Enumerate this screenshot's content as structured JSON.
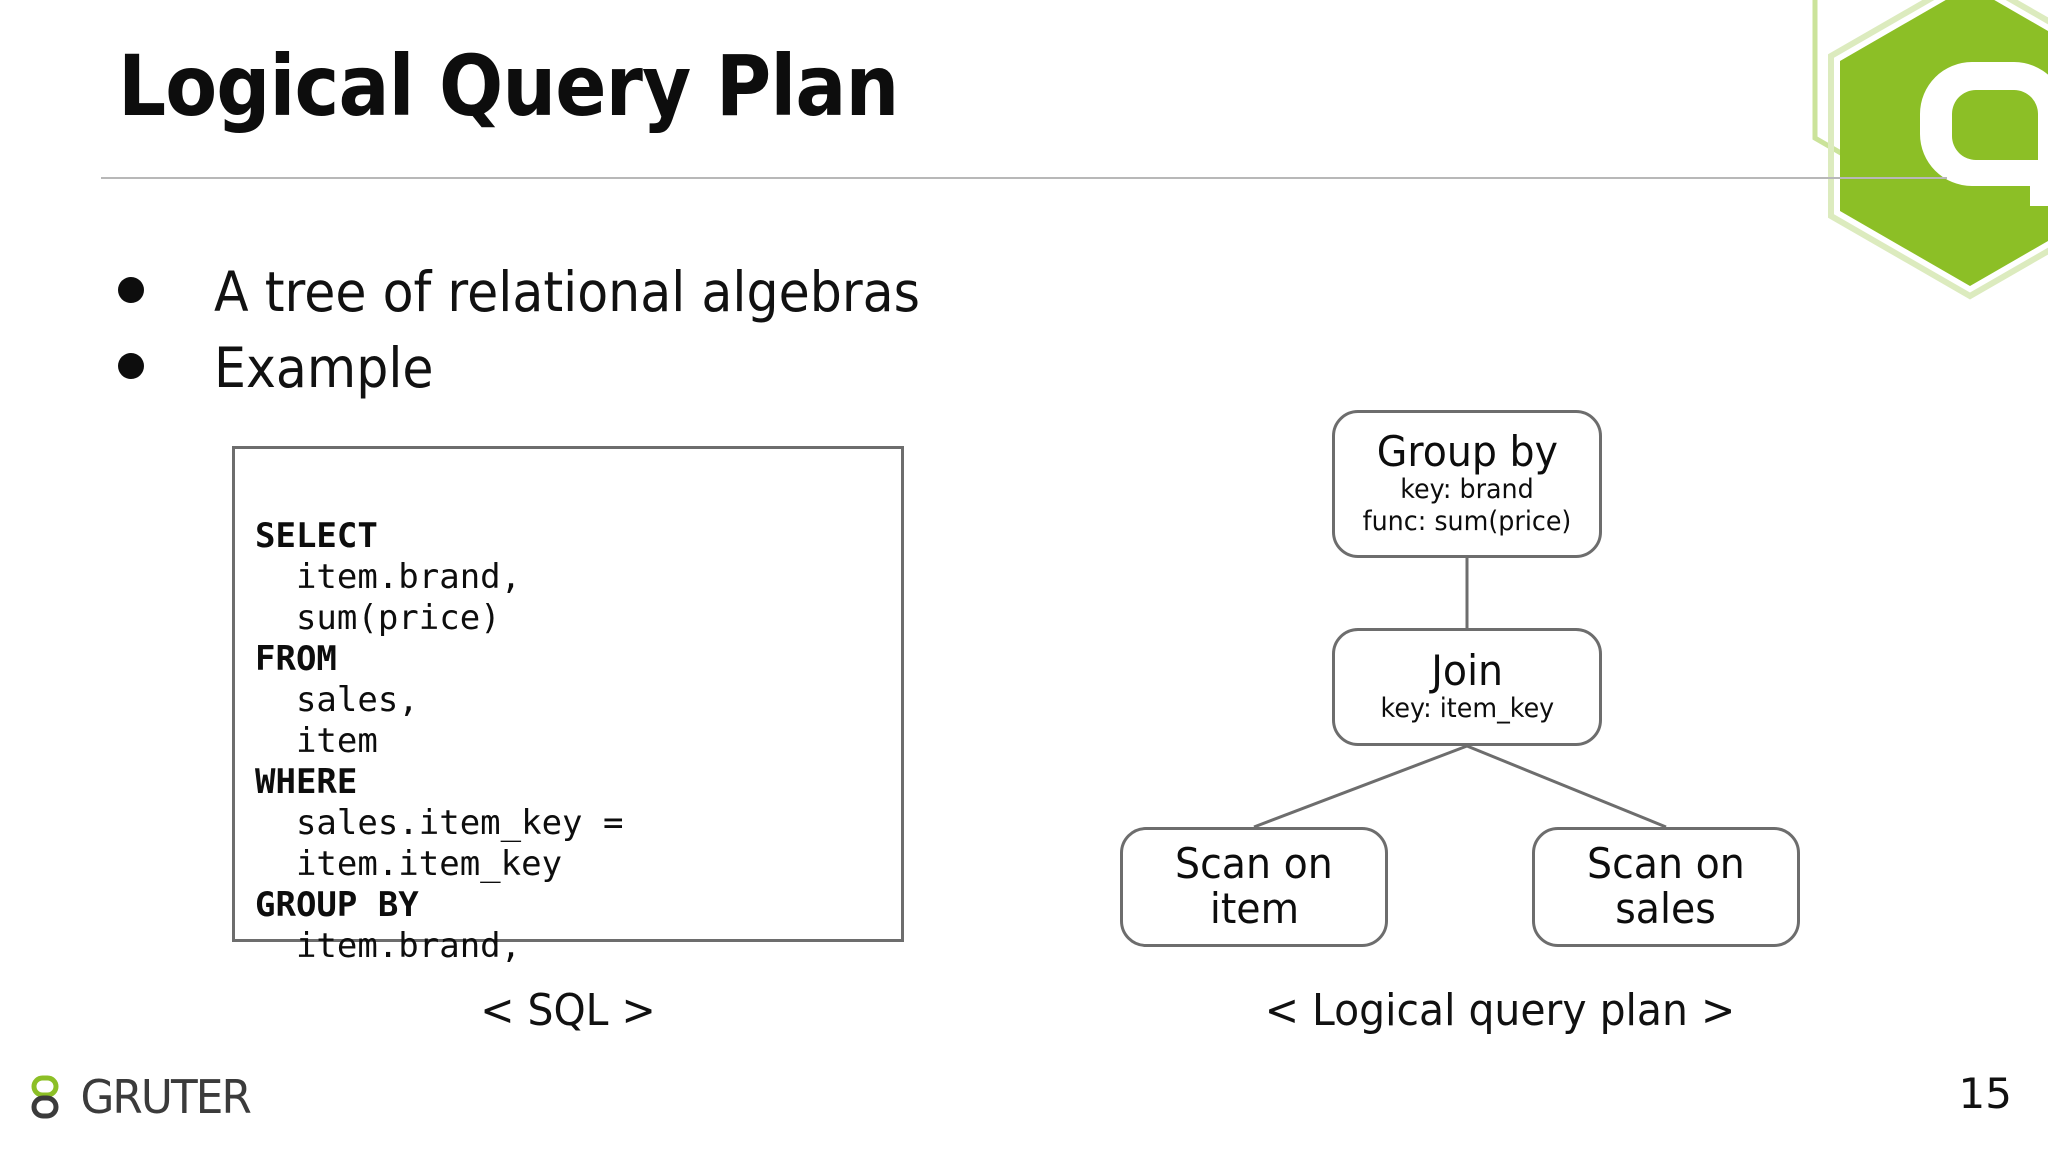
{
  "slide": {
    "title": "Logical Query Plan",
    "page_number": "15",
    "accent_green": "#8CBF26",
    "rule_color": "#B8B8B8",
    "box_border_color": "#6D6D6D"
  },
  "bullets": [
    {
      "text": "A tree of relational algebras"
    },
    {
      "text": "Example"
    }
  ],
  "sql": {
    "caption": "< SQL >",
    "lines": [
      {
        "keyword": "SELECT",
        "body": ""
      },
      {
        "keyword": "",
        "body": "  item.brand,"
      },
      {
        "keyword": "",
        "body": "  sum(price)"
      },
      {
        "keyword": "FROM",
        "body": ""
      },
      {
        "keyword": "",
        "body": "  sales,"
      },
      {
        "keyword": "",
        "body": "  item"
      },
      {
        "keyword": "WHERE",
        "body": ""
      },
      {
        "keyword": "",
        "body": "  sales.item_key ="
      },
      {
        "keyword": "",
        "body": "  item.item_key"
      },
      {
        "keyword": "GROUP BY",
        "body": ""
      },
      {
        "keyword": "",
        "body": "  item.brand,"
      }
    ]
  },
  "tree": {
    "caption": "< Logical query plan >",
    "nodes": {
      "groupby": {
        "title": "Group by",
        "sub1": "key: brand",
        "sub2": "func: sum(price)"
      },
      "join": {
        "title": "Join",
        "sub1": "key: item_key"
      },
      "scan_item": {
        "line1": "Scan on",
        "line2": "item"
      },
      "scan_sales": {
        "line1": "Scan on",
        "line2": "sales"
      }
    }
  },
  "footer": {
    "brand": "GRUTER"
  }
}
